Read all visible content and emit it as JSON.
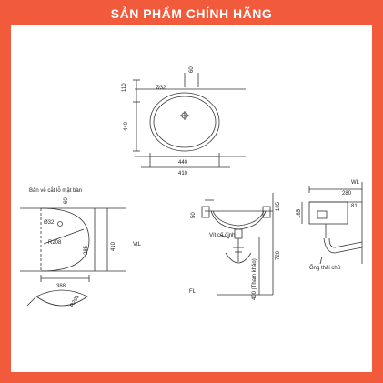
{
  "banner": {
    "title": "SẢN PHẨM CHÍNH HÃNG"
  },
  "colors": {
    "frame": "#f15a3a",
    "line": "#333333"
  },
  "top_view": {
    "dim_110": "110",
    "dim_60": "60",
    "dim_diameter": "Ø32",
    "dim_440_side": "440",
    "dim_440_bottom": "440",
    "dim_410": "410"
  },
  "cutout_view": {
    "title": "Bản vẽ cắt lỗ mặt bàn",
    "dim_60": "60",
    "dim_32": "Ø32",
    "dim_r": "R208",
    "dim_285": "285",
    "dim_410": "410",
    "dim_388": "388",
    "dim_r2": "R205",
    "wall_label": "VtL"
  },
  "side_view": {
    "fixing_label": "Vít cố định",
    "height_label": "400 (Tham khảo)",
    "dim_720": "720",
    "dim_185": "185",
    "floor_label": "FL",
    "dim_50": "50"
  },
  "right_view": {
    "wall_label": "WL",
    "dim_280": "280",
    "dim_81": "81",
    "dim_185": "185",
    "drain_label": "Ống thải chữ"
  }
}
